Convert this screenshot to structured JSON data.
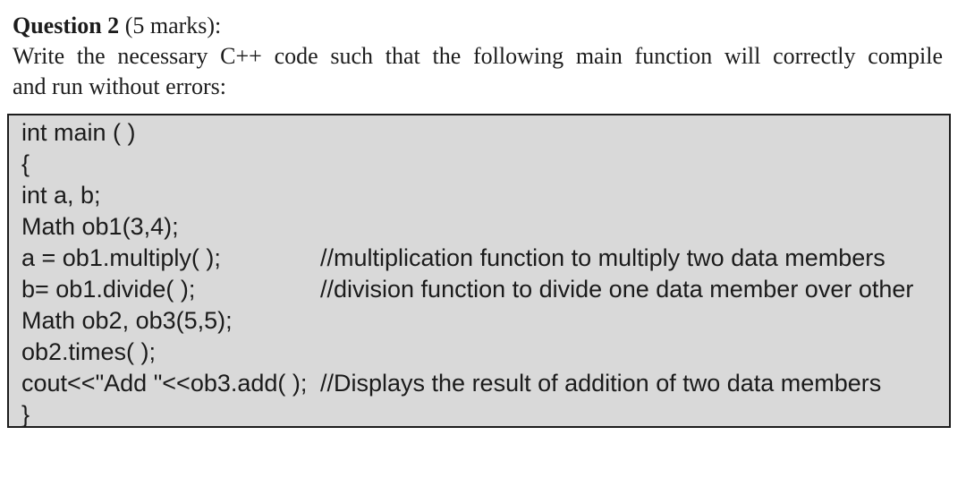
{
  "page": {
    "background_color": "#ffffff",
    "text_color": "#1c1c1c"
  },
  "question": {
    "number_label": "Question 2",
    "marks_label": " (5 marks):",
    "body_line1": "Write the necessary C++ code such that the following main function will correctly compile",
    "body_line2": "and run without errors:"
  },
  "code_block": {
    "background_color": "#d9d9d9",
    "border_color": "#1c1c1c",
    "lines": [
      {
        "code": "int main ( )",
        "comment": ""
      },
      {
        "code": "{",
        "comment": ""
      },
      {
        "code": "int a, b;",
        "comment": ""
      },
      {
        "code": "Math ob1(3,4);",
        "comment": ""
      },
      {
        "code": "a = ob1.multiply( );",
        "comment": "//multiplication function to multiply two data members"
      },
      {
        "code": "b= ob1.divide( );",
        "comment": "//division function to divide one data member over other"
      },
      {
        "code": "Math ob2, ob3(5,5);",
        "comment": ""
      },
      {
        "code": "ob2.times( );",
        "comment": ""
      },
      {
        "code": "cout<<\"Add \"<<ob3.add( );",
        "comment": "//Displays the result of addition of two data members"
      },
      {
        "code": "}",
        "comment": ""
      }
    ]
  }
}
